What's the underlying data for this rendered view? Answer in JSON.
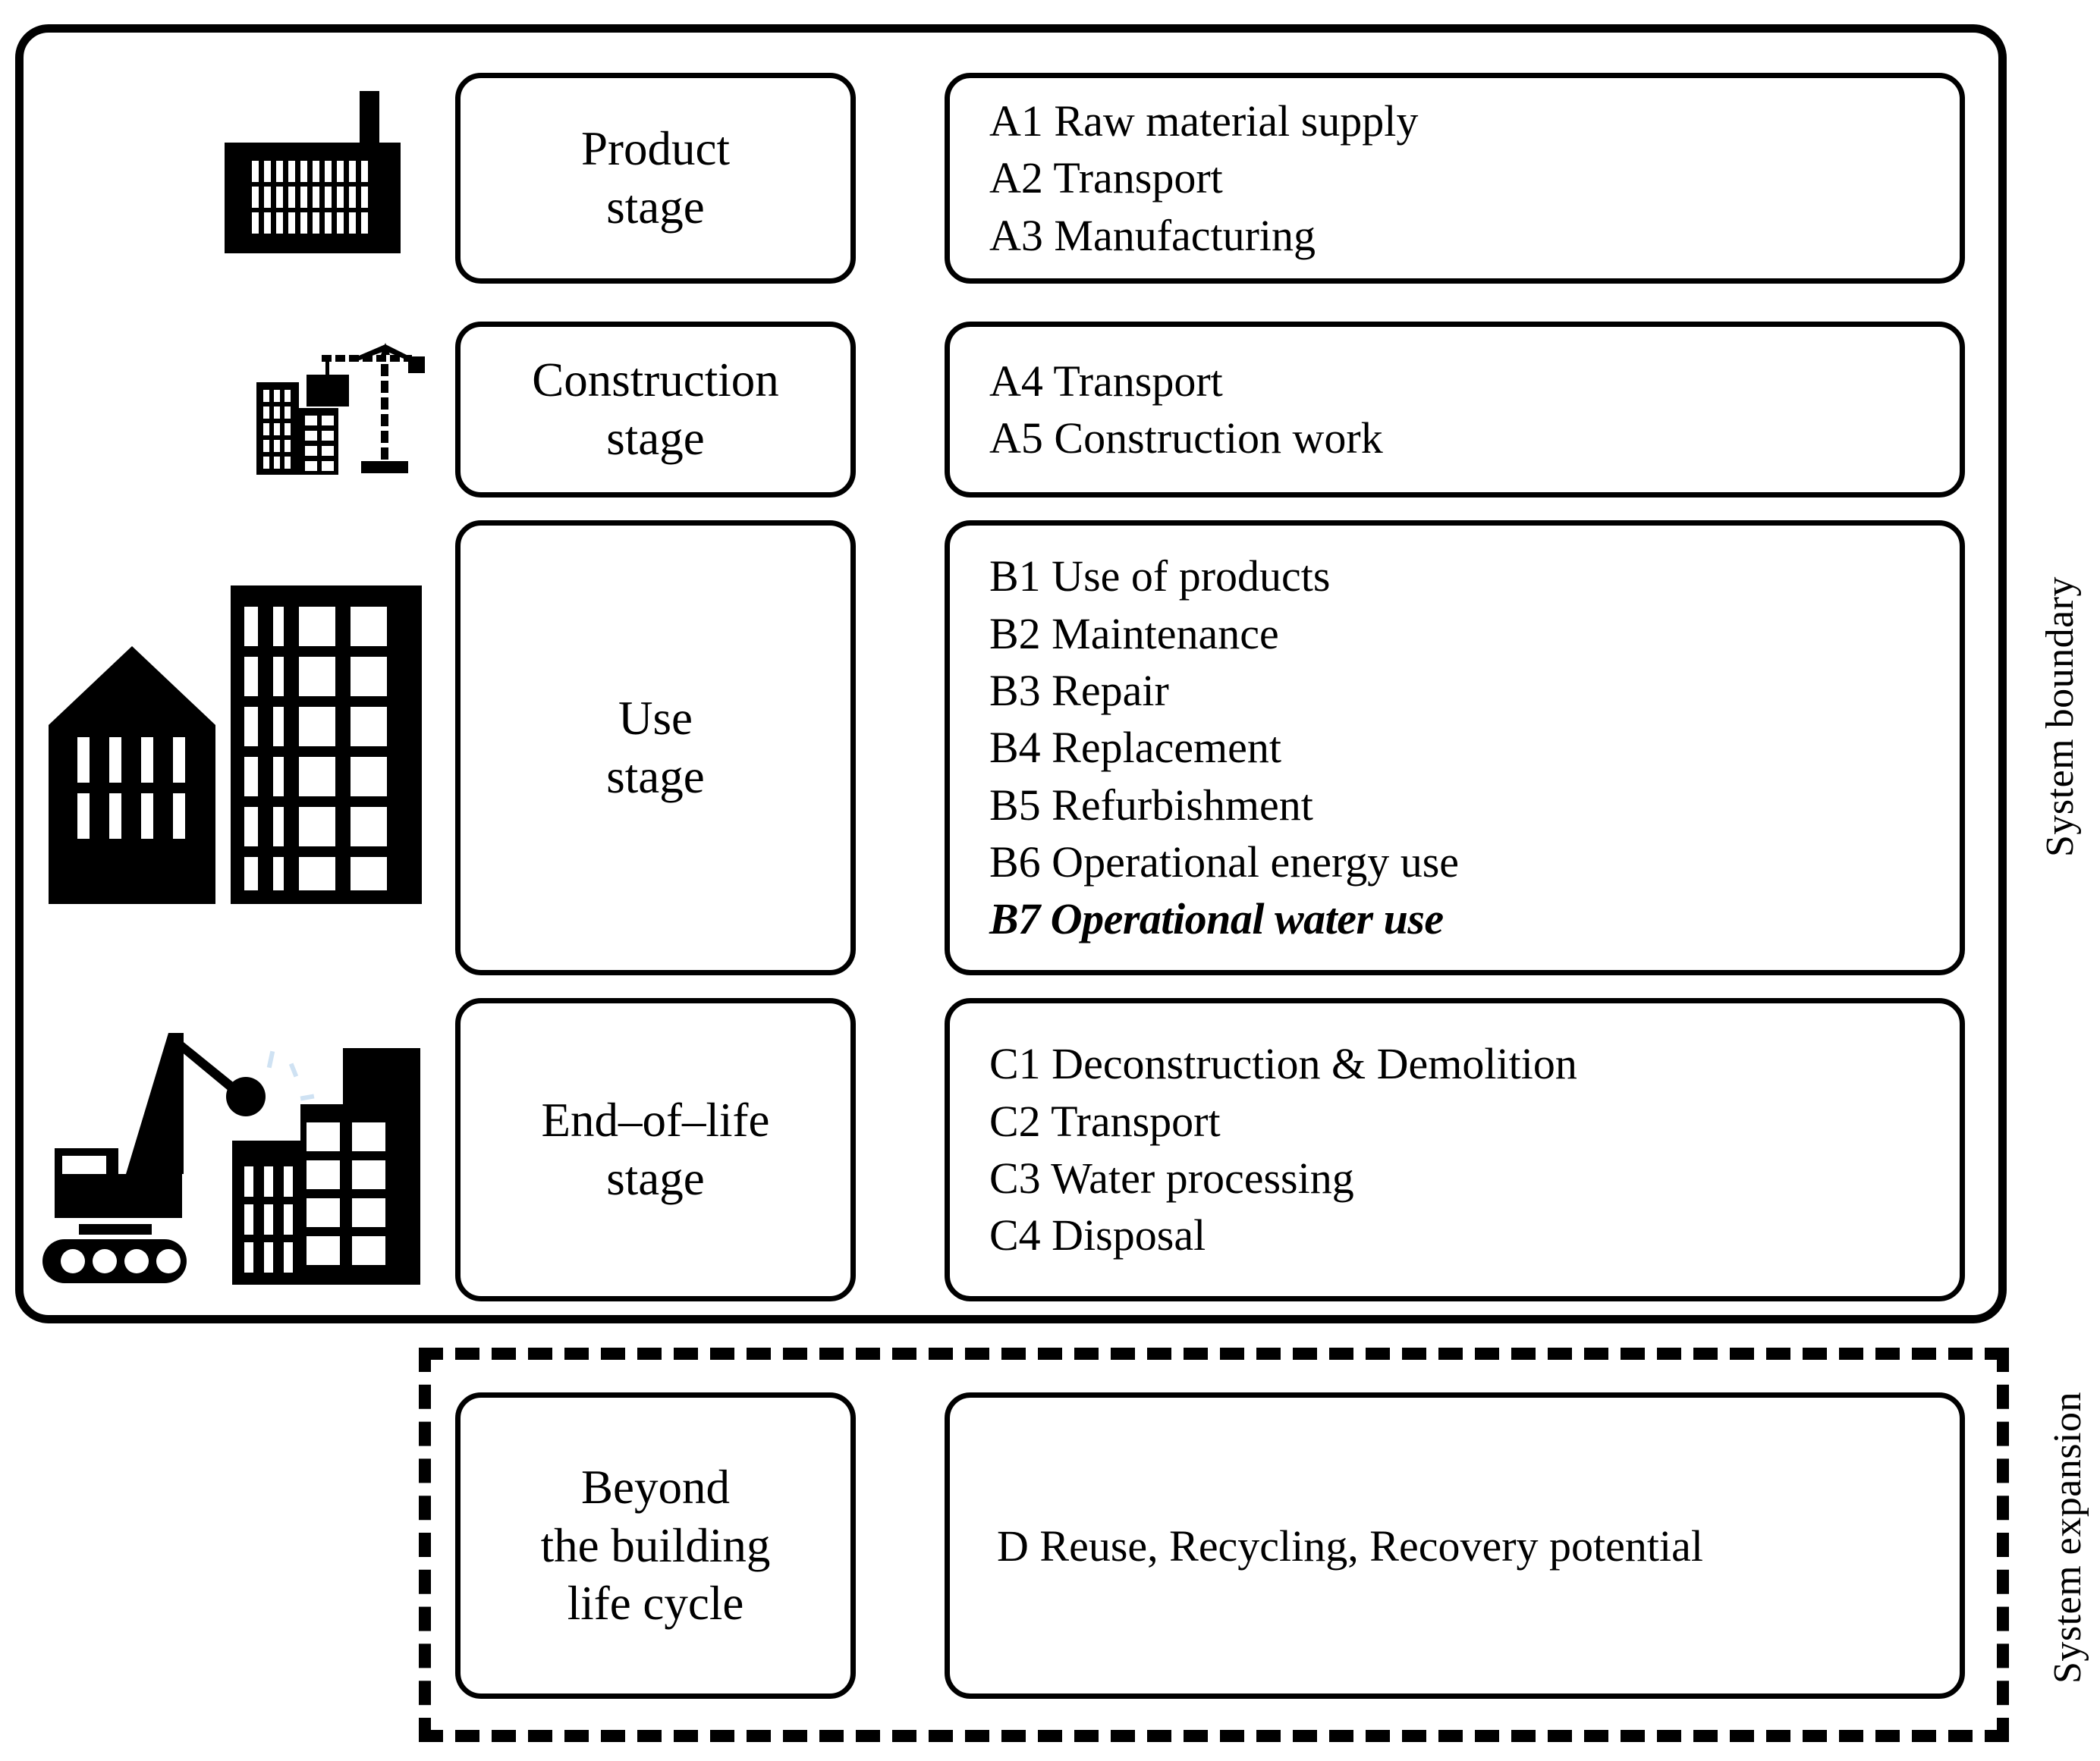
{
  "boundaries": {
    "system_boundary_label": "System boundary",
    "system_expansion_label": "System expansion"
  },
  "stages": [
    {
      "key": "product",
      "icon": "factory-icon",
      "stage_label_line1": "Product",
      "stage_label_line2": "stage",
      "items": [
        "A1 Raw material supply",
        "A2 Transport",
        "A3 Manufacturing"
      ]
    },
    {
      "key": "construction",
      "icon": "crane-buildings-icon",
      "stage_label_line1": "Construction",
      "stage_label_line2": "stage",
      "items": [
        "A4 Transport",
        "A5 Construction work"
      ]
    },
    {
      "key": "use",
      "icon": "house-apartment-icon",
      "stage_label_line1": "Use",
      "stage_label_line2": "stage",
      "items": [
        "B1 Use of products",
        "B2 Maintenance",
        "B3 Repair",
        "B4 Replacement",
        "B5 Refurbishment",
        "B6 Operational energy use",
        "B7 Operational water use"
      ],
      "emphasised_item_index": 6
    },
    {
      "key": "end-of-life",
      "icon": "wrecking-ball-icon",
      "stage_label_line1": "End–of–life",
      "stage_label_line2": "stage",
      "items": [
        "C1 Deconstruction & Demolition",
        "C2 Transport",
        "C3 Water processing",
        "C4 Disposal"
      ]
    },
    {
      "key": "beyond",
      "icon": "",
      "stage_label_line1": "Beyond",
      "stage_label_line2": "the building",
      "stage_label_line3": "life cycle",
      "items": [
        "D Reuse, Recycling, Recovery potential"
      ]
    }
  ],
  "colors": {
    "ink": "#000000",
    "paper": "#ffffff"
  }
}
